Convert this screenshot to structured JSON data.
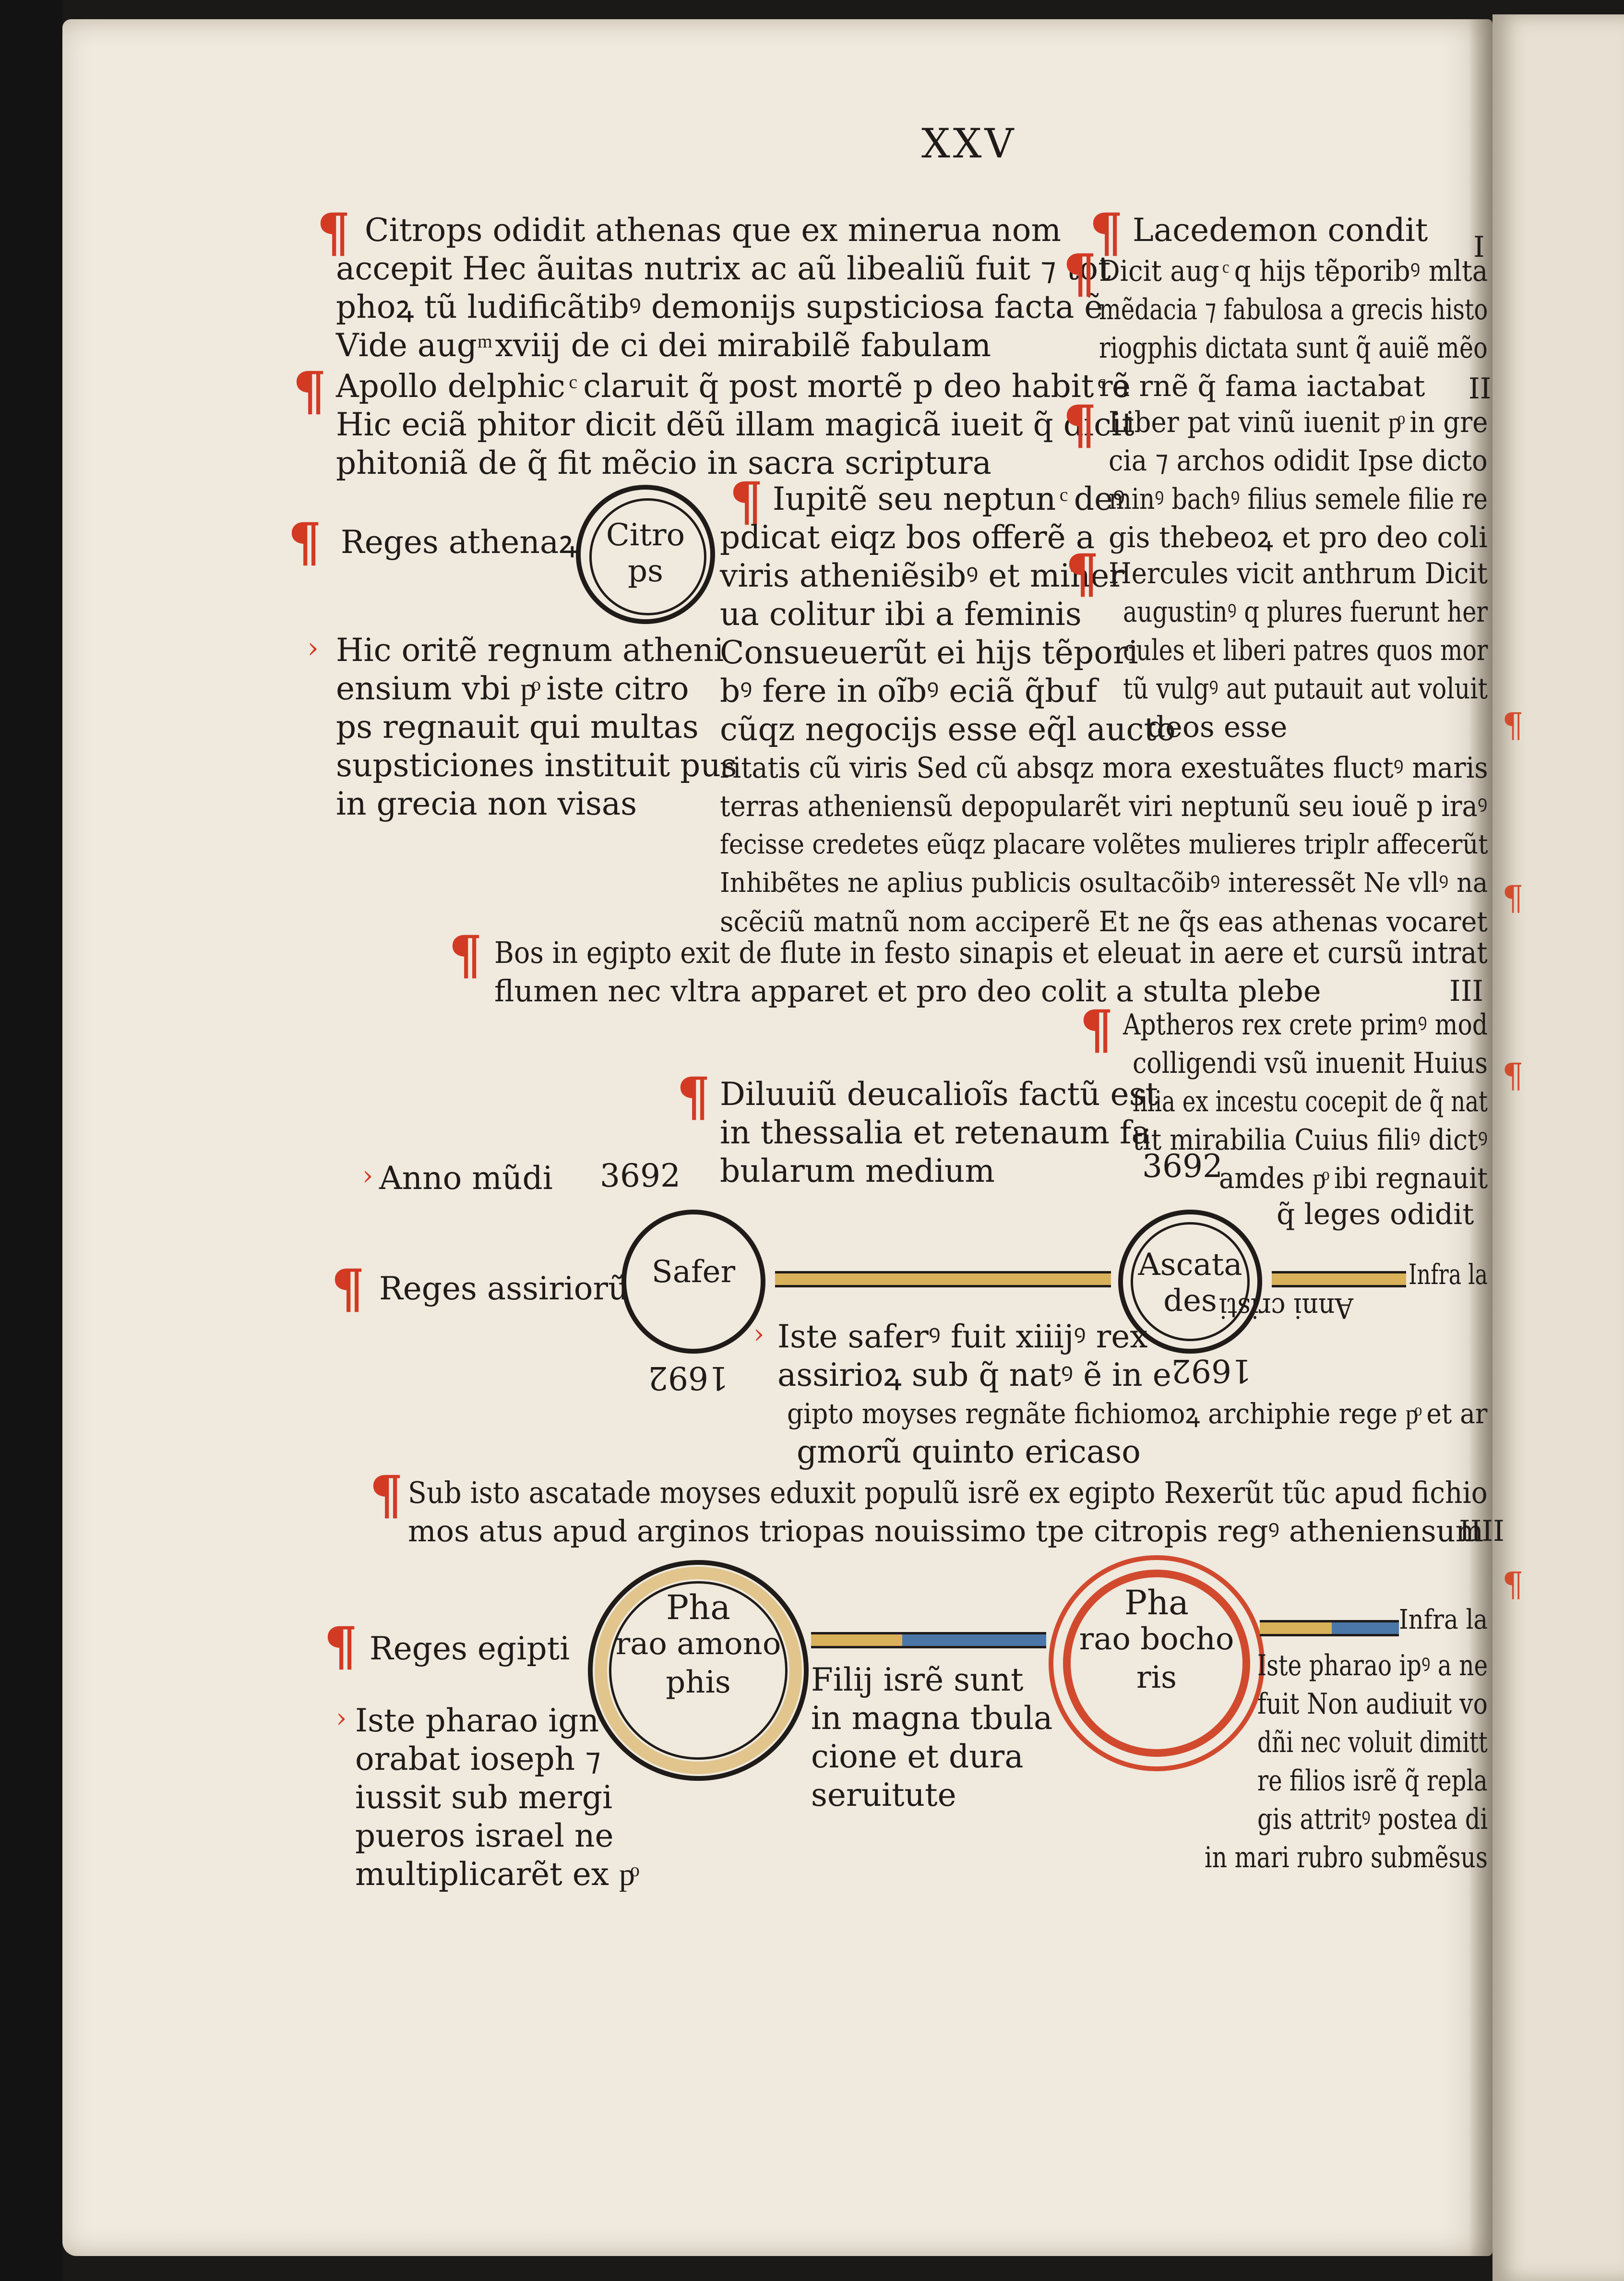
{
  "page": {
    "folio": "XXV",
    "col_left": {
      "p1": [
        "Citrops odidit athenas que ex minerua nom",
        "accepit Hec ãuitas nutrix ac aũ libealiũ fuit ⁊ tot",
        "phoꝝ tũ ludificãtibꝰ demonijs supsticiosa facta ẽ",
        "Vide aug ͫ xviij de ci dei mirabilẽ fabulam"
      ],
      "p2": [
        "Apollo delphic ͨ claruit q̃ post mortẽ p deo habit ͨ ẽ",
        "Hic eciã phitor dicit dẽũ illam magicã iueit q̃ dicit",
        "phitoniã de q̃ fit mẽcio in sacra scriptura"
      ],
      "reges_athenarum": "Reges athenaꝝ",
      "p3": [
        "Hic oritẽ regnum atheni",
        "ensium vbi pͦ iste citro",
        "ps regnauit qui multas",
        "supsticiones instituit pus",
        "in grecia non visas"
      ]
    },
    "col_mid": {
      "p1": [
        "Iupitẽ seu neptun ͨ deꝰ",
        "pdicat eiqz bos offerẽ a",
        "viris atheniẽsibꝰ et miner",
        "ua colitur ibi a feminis",
        "Consueuerũt ei hijs tẽpori",
        "bꝰ fere in oĩbꝰ eciã q̃buf",
        "cũqz negocijs esse eq̃l aucto",
        "ritatis cũ viris Sed cũ absqz mora exestuãtes fluctꝰ maris",
        "terras atheniensũ depopularẽt viri neptunũ seu iouẽ p iraꝰ",
        "fecisse credetes eũqz placare volẽtes mulieres triplr affecerũt",
        "Inhibẽtes ne aplius publicis osultacõibꝰ interessẽt Ne vllꝰ na",
        "scẽciũ matnũ nom acciperẽ Et ne q̃s eas athenas vocaret"
      ],
      "p2": [
        "Bos in egipto exit de flute in festo sinapis et eleuat in aere et cursũ intrat",
        "flumen nec vltra apparet et pro deo colit a stulta plebe"
      ]
    },
    "col_right": {
      "p1": "Lacedemon condit",
      "p2": [
        "Dicit aug ͨ q hijs tẽporibꝰ mlta",
        "mẽdacia ⁊ fabulosa a grecis histo",
        "riogphis dictata sunt q̃ auiẽ mẽo",
        "ra rnẽ q̃ fama iactabat"
      ],
      "p3": [
        "Liber pat vinũ iuenit pͦ in gre",
        "cia ⁊ archos odidit Ipse dicto",
        "minꝰ bachꝰ filius semele filie re",
        "gis thebeoꝝ et pro deo coli"
      ],
      "p4": [
        "Hercules vicit anthrum Dicit",
        "augustinꝰ q plures fuerunt her",
        "cules et liberi patres quos mor",
        "tũ vulgꝰ aut putauit aut voluit",
        "deos esse"
      ],
      "p5": [
        "Aptheros rex crete primꝰ mod",
        "colligendi vsũ inuenit Huius",
        "filia ex incestu cocepit de q̃ nat",
        "tit mirabilia Cuius filiꝰ dictꝰ",
        "amdes pͦ ibi regnauit",
        "q̃ leges odidit"
      ]
    },
    "roman_I": "I",
    "roman_II": "II",
    "roman_III": "III",
    "roman_IIII": "IIII",
    "circle_citrops": [
      "Citro",
      "ps"
    ],
    "diluuium": [
      "Diluuiũ deucalioĩs factũ est",
      "in thessalia et retenaum fa",
      "bularum medium"
    ],
    "anno_mundi": "Anno mũdi",
    "num_3692a": "3692",
    "num_3692b": "3692",
    "reges_assiriorum": "Reges assiriorũ",
    "circle_safer": "Safer",
    "circle_ascatades": [
      "Ascata",
      "des"
    ],
    "infra_1": "Infra la",
    "anni_cristi": "Anni cristi",
    "num_1692a": "1692",
    "num_1692b": "1692",
    "safer_note": [
      "Iste saferꝰ fuit xiiijꝰ rex",
      "assirioꝝ sub q̃ natꝰ ẽ in e",
      "gipto moyses regnãte fichiomoꝝ archiphie rege pͦ et ar",
      "gmorũ quinto ericaso"
    ],
    "sub_isto": [
      "Sub isto ascatade moyses eduxit populũ isrẽ ex egipto Rexerũt tũc apud fichio",
      "mos atus apud arginos triopas nouissimo tpe citropis regꝰ atheniensum"
    ],
    "reges_egipti": "Reges egipti",
    "circle_pharao1": [
      "Pha",
      "rao amono",
      "phis"
    ],
    "circle_pharao2": [
      "Pha",
      "rao bocho",
      "ris"
    ],
    "infra_2": "Infra la",
    "pharao1_note": [
      "Iste pharao ign",
      "orabat ioseph ⁊",
      "iussit sub mergi",
      "pueros israel ne",
      "multiplicarẽt ex pͦ"
    ],
    "filij_note": [
      "Filij isrẽ sunt",
      "in magna tbula",
      "cione et dura",
      "seruitute"
    ],
    "pharao2_note": [
      "Iste pharao ipꝰ a ne",
      "fuit Non audiuit vo",
      "dñi nec voluit dimitt",
      "re filios isrẽ q̃ repla",
      "gis attritꝰ postea di",
      "in mari rubro submẽsus"
    ]
  },
  "colors": {
    "ink": "#1f1b18",
    "rubric": "#d33a24",
    "paper": "#efe9de",
    "gold_bar": "#d9b15b",
    "blue_bar": "#4a77a8",
    "red_ring": "#d14a2e"
  }
}
